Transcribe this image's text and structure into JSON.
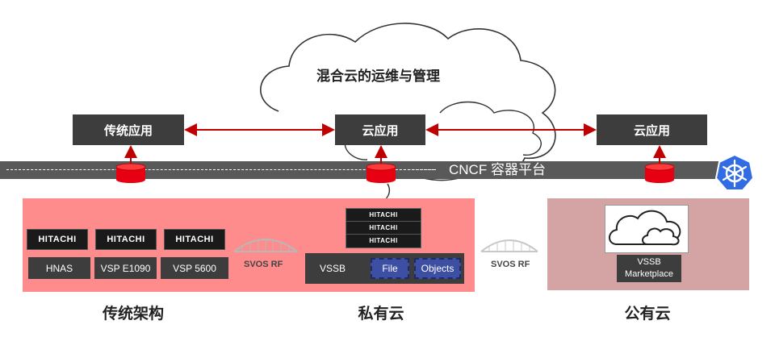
{
  "cloud_title": "混合云的运维与管理",
  "boxes": {
    "traditional_app": "传统应用",
    "cloud_app_center": "云应用",
    "cloud_app_right": "云应用"
  },
  "platform": "CNCF 容器平台",
  "traditional": {
    "caption": "传统架构",
    "hardware": [
      "HITACHI",
      "HITACHI",
      "HITACHI"
    ],
    "labels": [
      "HNAS",
      "VSP E1090",
      "VSP 5600"
    ]
  },
  "private": {
    "caption": "私有云",
    "rack_label": "HITACHI",
    "vssb": "VSSB",
    "file": "File",
    "objects": "Objects"
  },
  "public": {
    "caption": "公有云",
    "marketplace": "VSSB\nMarketplace"
  },
  "svos_left": "SVOS RF",
  "svos_right": "SVOS RF",
  "colors": {
    "arrow": "#c00000",
    "pink_zone": "#ff8c8c",
    "public_zone": "#d4a3a3",
    "k8s": "#326ce5"
  }
}
